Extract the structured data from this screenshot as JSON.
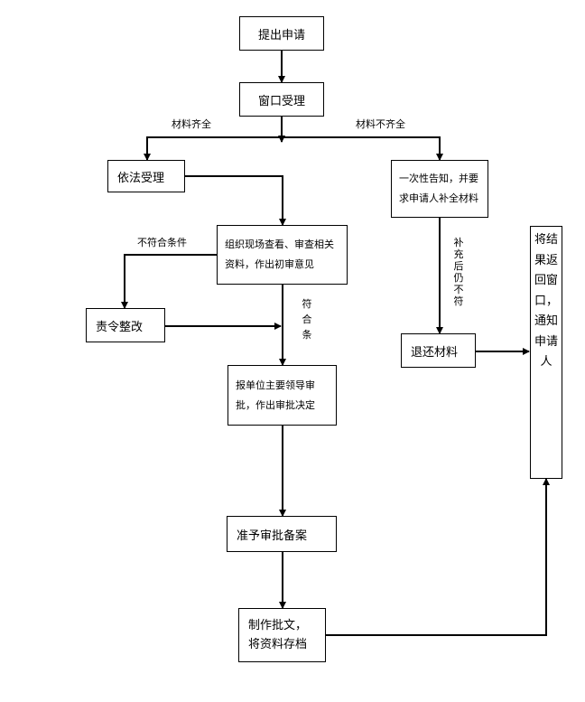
{
  "nodes": {
    "submit": "提出申请",
    "window_accept": "窗口受理",
    "legal_accept": "依法受理",
    "inform": "一次性告知，并要求申请人补全材料",
    "organize": "组织现场查看、审查相关资料，作出初审意见",
    "rectify": "责令整改",
    "return_materials": "退还材料",
    "report": "报单位主要领导审批，作出审批决定",
    "approve": "准予审批备案",
    "make_doc": "制作批文，将资料存档",
    "result_back": "将结果返回窗口，通知申请人"
  },
  "edge_labels": {
    "complete": "材料齐全",
    "incomplete": "材料不齐全",
    "not_meet": "不符合条件",
    "meet": "符合条",
    "still_not_meet": "补充后仍不符"
  }
}
